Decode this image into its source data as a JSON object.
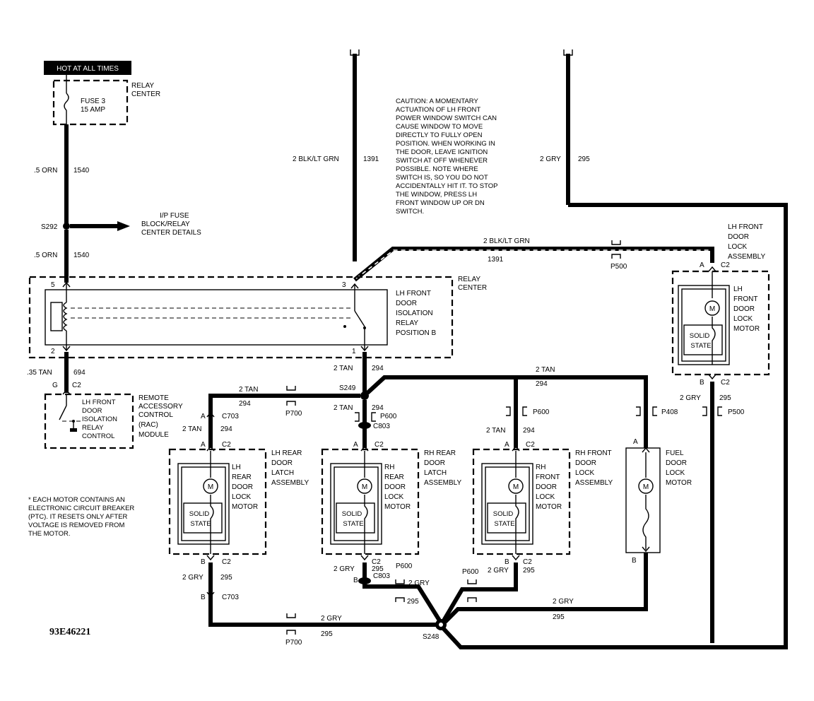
{
  "header": {
    "hot_label": "HOT AT ALL TIMES"
  },
  "relay_center_top": {
    "label1": "RELAY",
    "label2": "CENTER",
    "fuse1": "FUSE 3",
    "fuse2": "15 AMP"
  },
  "left_feed": {
    "wire1_gauge": ".5 ORN",
    "wire1_circuit": "1540",
    "splice": "S292",
    "ref1": "I/P FUSE",
    "ref2": "BLOCK/RELAY",
    "ref3": "CENTER DETAILS",
    "wire2_gauge": ".5 ORN",
    "wire2_circuit": "1540"
  },
  "top_wires": {
    "left_gauge": "2 BLK/LT GRN",
    "left_circuit": "1391",
    "right_gauge": "2 GRY",
    "right_circuit": "295"
  },
  "caution": [
    "CAUTION: A MOMENTARY",
    "ACTUATION OF LH FRONT",
    "POWER WINDOW SWITCH CAN",
    "CAUSE WINDOW TO MOVE",
    "DIRECTLY TO FULLY OPEN",
    "POSITION. WHEN WORKING  IN",
    "THE DOOR, LEAVE IGNITION",
    "SWITCH AT OFF WHENEVER",
    "POSSIBLE. NOTE WHERE",
    "SWITCH IS, SO YOU DO NOT",
    "ACCIDENTALLY HIT IT.  TO STOP",
    "THE WINDOW, PRESS LH",
    "FRONT WINDOW UP OR DN",
    "SWITCH."
  ],
  "blk_run": {
    "gauge": "2 BLK/LT GRN",
    "circuit": "1391",
    "conn": "P500"
  },
  "relay": {
    "pin5": "5",
    "pin2": "2",
    "pin3": "3",
    "pin1": "1",
    "box_l1": "RELAY",
    "box_l2": "CENTER",
    "name": [
      "LH FRONT",
      "DOOR",
      "ISOLATION",
      "RELAY",
      "POSITION B"
    ]
  },
  "rac": {
    "wire_gauge": ".35 TAN",
    "wire_circuit": "694",
    "pin": "G",
    "conn": "C2",
    "inner": [
      "LH FRONT",
      "DOOR",
      "ISOLATION",
      "RELAY",
      "CONTROL"
    ],
    "name": [
      "REMOTE",
      "ACCESSORY",
      "CONTROL",
      "(RAC)",
      "MODULE"
    ]
  },
  "tan_bus": {
    "relay_out_gauge": "2 TAN",
    "relay_out_circuit": "294",
    "splice": "S249",
    "left_gauge": "2 TAN",
    "left_circuit": "294",
    "left_conn": "P700",
    "top_gauge": "2 TAN",
    "top_circuit": "294",
    "mid_gauge": "2 TAN",
    "mid_circuit": "294",
    "mid_conn1": "P600",
    "mid_conn2": "C803",
    "rh_front_gauge": "2 TAN",
    "rh_front_circuit": "294",
    "rh_front_conn": "P600",
    "fuel_conn": "P408",
    "lh_rear_pin": "A",
    "lh_rear_conn": "C703",
    "lh_rear_gauge": "2 TAN",
    "lh_rear_circuit": "294"
  },
  "lh_front_lock": {
    "name": [
      "LH FRONT",
      "DOOR",
      "LOCK",
      "ASSEMBLY"
    ],
    "motor": [
      "LH",
      "FRONT",
      "DOOR",
      "LOCK",
      "MOTOR"
    ],
    "pin_a": "A",
    "conn_a": "C2",
    "pin_b": "B",
    "conn_b": "C2",
    "out_gauge": "2 GRY",
    "out_circuit": "295",
    "out_conn": "P500"
  },
  "motors": {
    "m": "M",
    "solid1": "SOLID",
    "solid2": "STATE",
    "lh_rear": {
      "motor": [
        "LH",
        "REAR",
        "DOOR",
        "LOCK",
        "MOTOR"
      ],
      "name": [
        "LH REAR",
        "DOOR",
        "LATCH",
        "ASSEMBLY"
      ]
    },
    "rh_rear": {
      "motor": [
        "RH",
        "REAR",
        "DOOR",
        "LOCK",
        "MOTOR"
      ],
      "name": [
        "RH REAR",
        "DOOR",
        "LATCH",
        "ASSEMBLY"
      ]
    },
    "rh_front": {
      "motor": [
        "RH",
        "FRONT",
        "DOOR",
        "LOCK",
        "MOTOR"
      ],
      "name": [
        "RH FRONT",
        "DOOR",
        "LOCK",
        "ASSEMBLY"
      ]
    },
    "fuel": {
      "name": [
        "FUEL",
        "DOOR",
        "LOCK",
        "MOTOR"
      ]
    },
    "pin_a": "A",
    "pin_b": "B",
    "conn": "C2"
  },
  "note": [
    "* EACH MOTOR CONTAINS AN",
    "ELECTRONIC CIRCUIT BREAKER",
    "(PTC). IT RESETS ONLY AFTER",
    "VOLTAGE IS REMOVED FROM",
    "THE MOTOR."
  ],
  "gry_bus": {
    "lh_rear_gauge": "2 GRY",
    "lh_rear_circuit": "295",
    "lh_rear_pin": "B",
    "lh_rear_conn": "C703",
    "bottom_gauge": "2 GRY",
    "bottom_circuit": "295",
    "bottom_conn": "P700",
    "rh_rear_gauge": "2 GRY",
    "rh_rear_circuit": "295",
    "rh_rear_pin": "B",
    "rh_rear_conn1": "P600",
    "rh_rear_conn2": "C803",
    "mid_gauge": "2 GRY",
    "mid_circuit": "295",
    "rh_front_gauge": "2 GRY",
    "rh_front_circuit": "295",
    "rh_front_conn": "P600",
    "fuel_gauge": "2 GRY",
    "fuel_circuit": "295",
    "splice": "S248"
  },
  "figure_code": "93E46221"
}
